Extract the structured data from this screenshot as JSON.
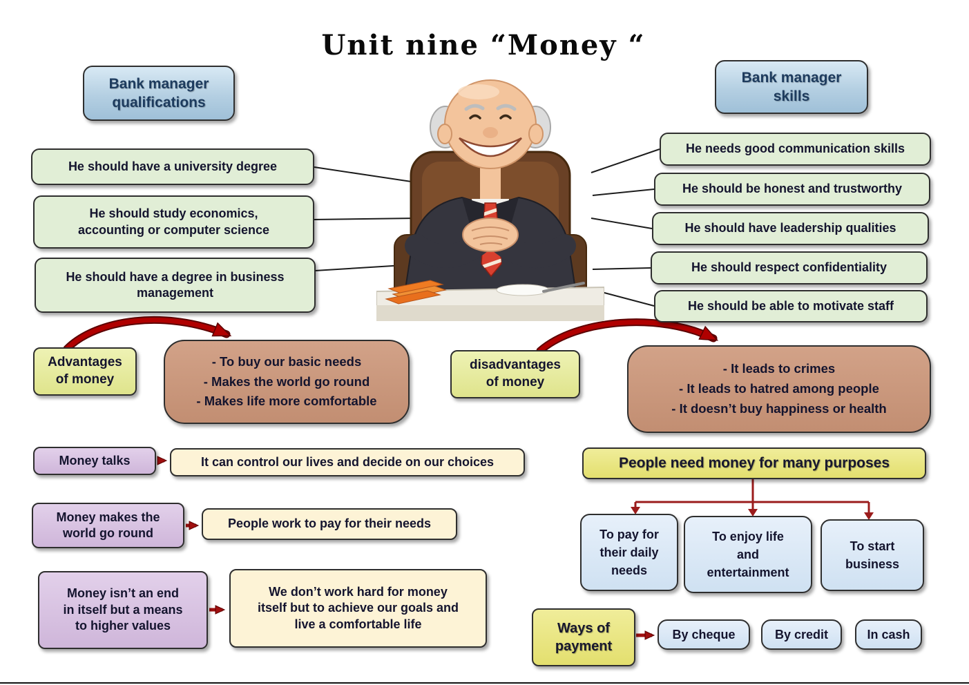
{
  "title": "Unit nine “Money “",
  "qualifications": {
    "header": "Bank manager\nqualifications",
    "items": [
      "He should have a university degree",
      "He should study economics,\naccounting or computer science",
      "He should have a degree in business\nmanagement"
    ]
  },
  "skills": {
    "header": "Bank manager\nskills",
    "items": [
      "He needs good communication skills",
      "He should be honest and trustworthy",
      "He should have leadership qualities",
      "He should respect confidentiality",
      "He should be able to motivate staff"
    ]
  },
  "advantages": {
    "label": "Advantages\nof money",
    "points": "- To buy our basic needs\n- Makes the world go round\n- Makes life more comfortable"
  },
  "disadvantages": {
    "label": "disadvantages\nof money",
    "points": "- It leads to crimes\n- It leads to hatred among people\n- It doesn’t buy happiness or health"
  },
  "idioms": [
    {
      "label": "Money talks",
      "meaning": "It can control our lives and decide on our choices"
    },
    {
      "label": "Money makes the\nworld go round",
      "meaning": "People work to pay for their needs"
    },
    {
      "label": "Money isn’t an end\nin itself but a means\nto higher values",
      "meaning": "We don’t work hard for money\nitself but to achieve our goals and\nlive a comfortable life"
    }
  ],
  "purposes": {
    "header": "People need money for many purposes",
    "items": [
      "To pay for\ntheir daily\nneeds",
      "To enjoy life\nand\nentertainment",
      "To start\nbusiness"
    ]
  },
  "payment": {
    "header": "Ways of\npayment",
    "items": [
      "By cheque",
      "By credit",
      "In cash"
    ]
  },
  "illustration": "bank-manager-cartoon",
  "colors": {
    "header_blue": "#b4cfe2",
    "green": "#e1eed6",
    "yellow_green": "#e7eb9a",
    "brown": "#c9977d",
    "purple": "#dcc8e6",
    "cream": "#fdf3d6",
    "yellow": "#ece97f",
    "light_blue": "#dbe8f7",
    "arrow_red": "#b00000",
    "tree_red": "#9b1c1c"
  }
}
